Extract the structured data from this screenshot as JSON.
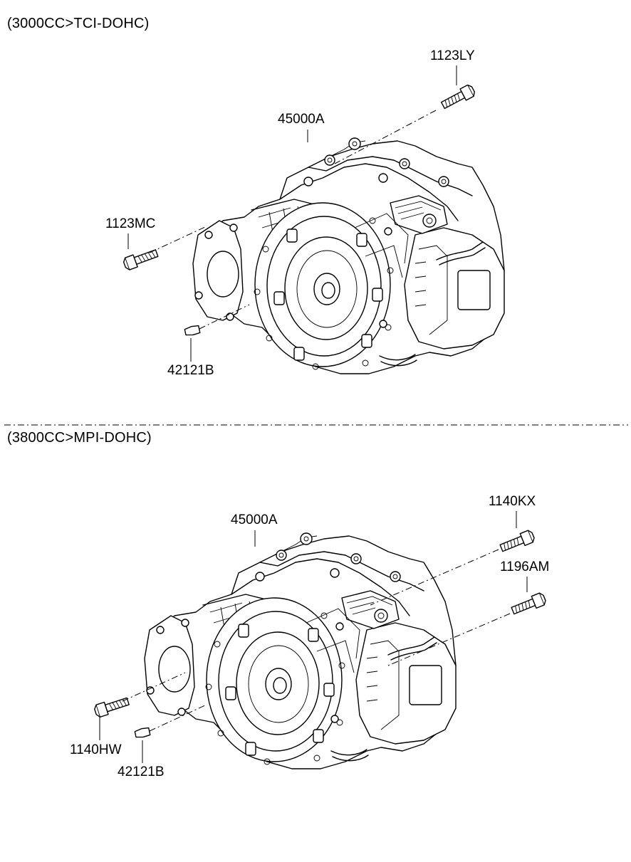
{
  "sections": [
    {
      "title": "(3000CC>TCI-DOHC)",
      "labels": {
        "bolt_top": "1123LY",
        "assembly": "45000A",
        "bolt_left": "1123MC",
        "plug": "42121B"
      }
    },
    {
      "title": "(3800CC>MPI-DOHC)",
      "labels": {
        "assembly": "45000A",
        "bolt_top": "1140KX",
        "bolt_right": "1196AM",
        "bolt_left": "1140HW",
        "plug": "42121B"
      }
    }
  ]
}
